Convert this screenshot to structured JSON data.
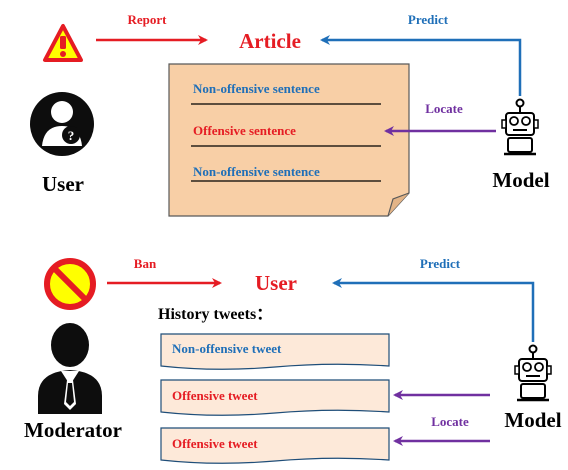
{
  "top": {
    "report_label": "Report",
    "predict_label": "Predict",
    "article_title": "Article",
    "locate_label": "Locate",
    "user_caption": "User",
    "model_caption": "Model",
    "sentences": [
      {
        "text": "Non-offensive sentence",
        "type": "non-offensive"
      },
      {
        "text": "Offensive sentence",
        "type": "offensive"
      },
      {
        "text": "Non-offensive sentence",
        "type": "non-offensive"
      }
    ]
  },
  "bottom": {
    "ban_label": "Ban",
    "predict_label": "Predict",
    "user_title": "User",
    "history_title": "History tweets：",
    "locate_label": "Locate",
    "moderator_caption": "Moderator",
    "model_caption": "Model",
    "tweets": [
      {
        "text": "Non-offensive tweet",
        "type": "non-offensive"
      },
      {
        "text": "Offensive tweet",
        "type": "offensive"
      },
      {
        "text": "Offensive tweet",
        "type": "offensive"
      }
    ]
  },
  "colors": {
    "red": "#e51c23",
    "blue": "#1f6fb8",
    "purple": "#7030a0",
    "paper_fill": "#f8cfa6",
    "tweet_fill": "#fde9d9",
    "warning_yellow": "#ffff00"
  },
  "icons": [
    "warning-icon",
    "user-question-icon",
    "robot-icon",
    "prohibited-icon",
    "moderator-icon"
  ]
}
